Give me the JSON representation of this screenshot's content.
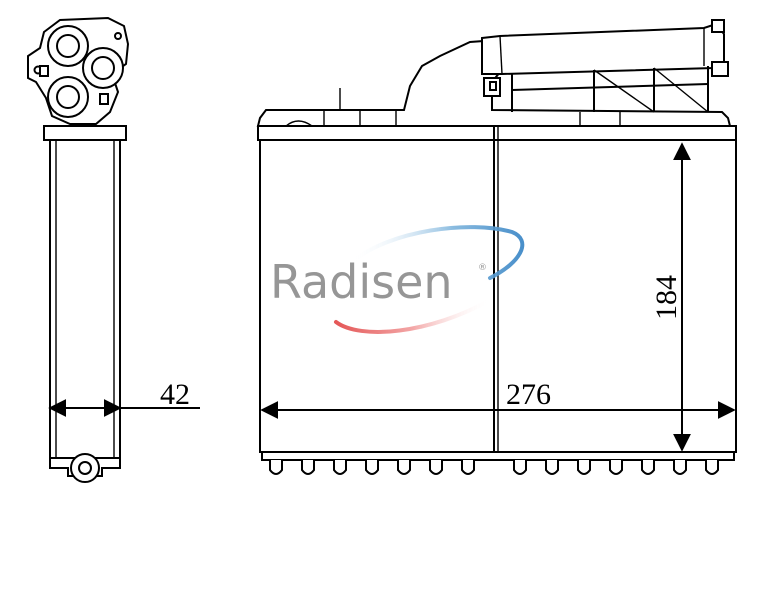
{
  "dimensions": {
    "depth": "42",
    "width": "276",
    "height": "184"
  },
  "watermark": {
    "text": "Radisen",
    "trademark": "®"
  }
}
